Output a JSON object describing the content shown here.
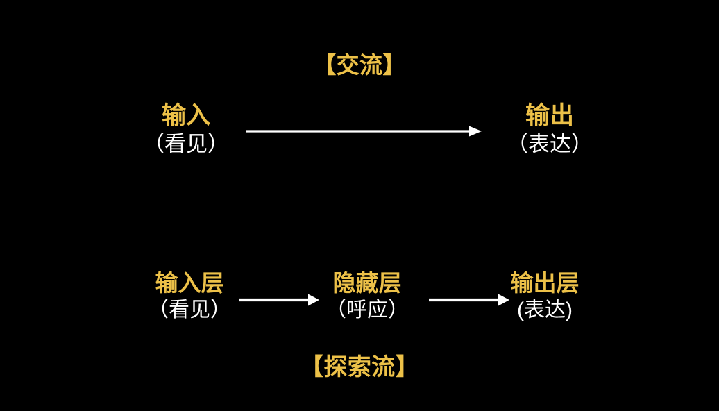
{
  "theme": {
    "background": "#000000",
    "accent_gold": "#edc148",
    "text_white": "#ffffff",
    "arrow_color": "#ffffff"
  },
  "diagram": {
    "top_flow": {
      "title": "【交流】",
      "nodes": [
        {
          "term": "输入",
          "gloss": "（看见）"
        },
        {
          "term": "输出",
          "gloss": "（表达）"
        }
      ],
      "connector_icon": "arrow-right-icon"
    },
    "bottom_flow": {
      "title": "【探索流】",
      "nodes": [
        {
          "term": "输入层",
          "gloss": "（看见）"
        },
        {
          "term": "隐藏层",
          "gloss": "（呼应）"
        },
        {
          "term": "输出层",
          "gloss": "(表达)"
        }
      ],
      "connector_icon": "arrow-right-icon"
    }
  }
}
